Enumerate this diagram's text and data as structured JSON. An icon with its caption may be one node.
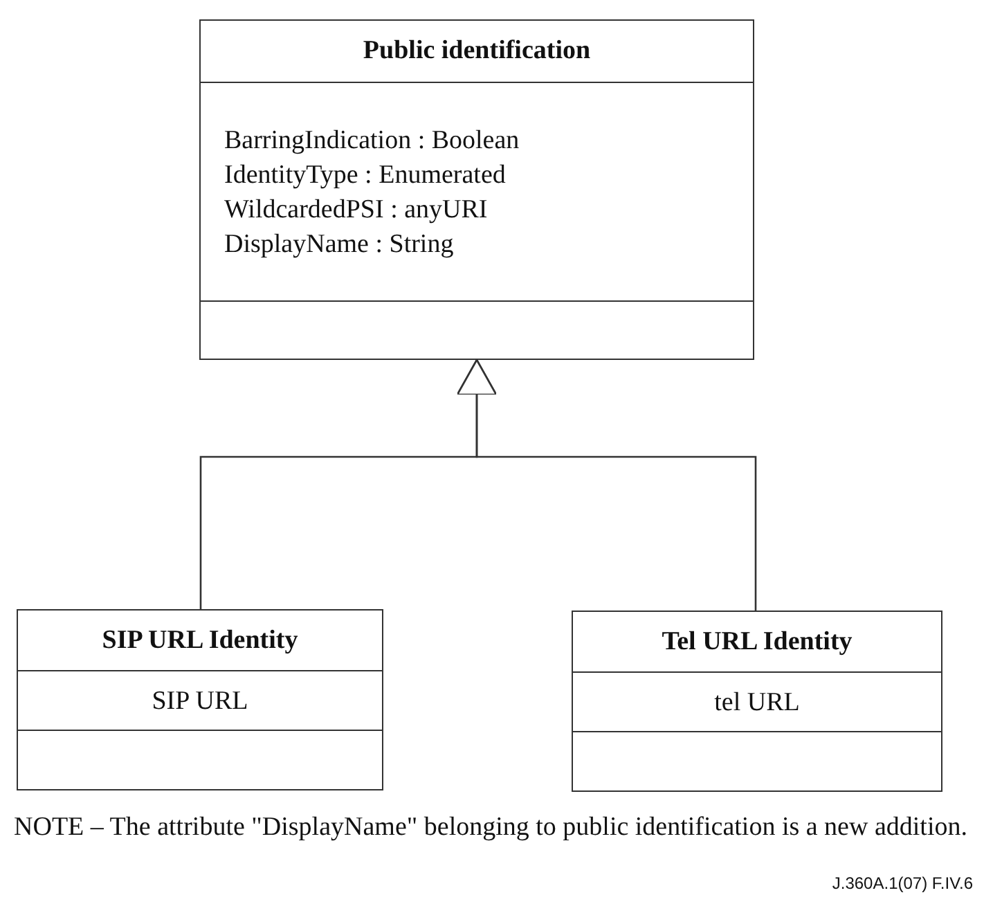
{
  "diagram": {
    "nodes": [
      {
        "text": [
          "Public identification",
          "BarringIndication : Boolean",
          "IdentityType : Enumerated",
          "WildcardedPSI : anyURI",
          "DisplayName : String"
        ]
      },
      {
        "text": [
          "SIP URL Identity",
          "SIP URL"
        ]
      },
      {
        "text": [
          "Tel URL Identity",
          "tel URL"
        ]
      }
    ],
    "edges": [
      {
        "from": 1,
        "to": 0,
        "arrow": "to"
      },
      {
        "from": 2,
        "to": 0,
        "arrow": "to"
      }
    ],
    "labels": [
      "NOTE – The attribute \"DisplayName\" belonging to public identification is a new addition.",
      "J.360A.1(07) F.IV.6"
    ]
  }
}
